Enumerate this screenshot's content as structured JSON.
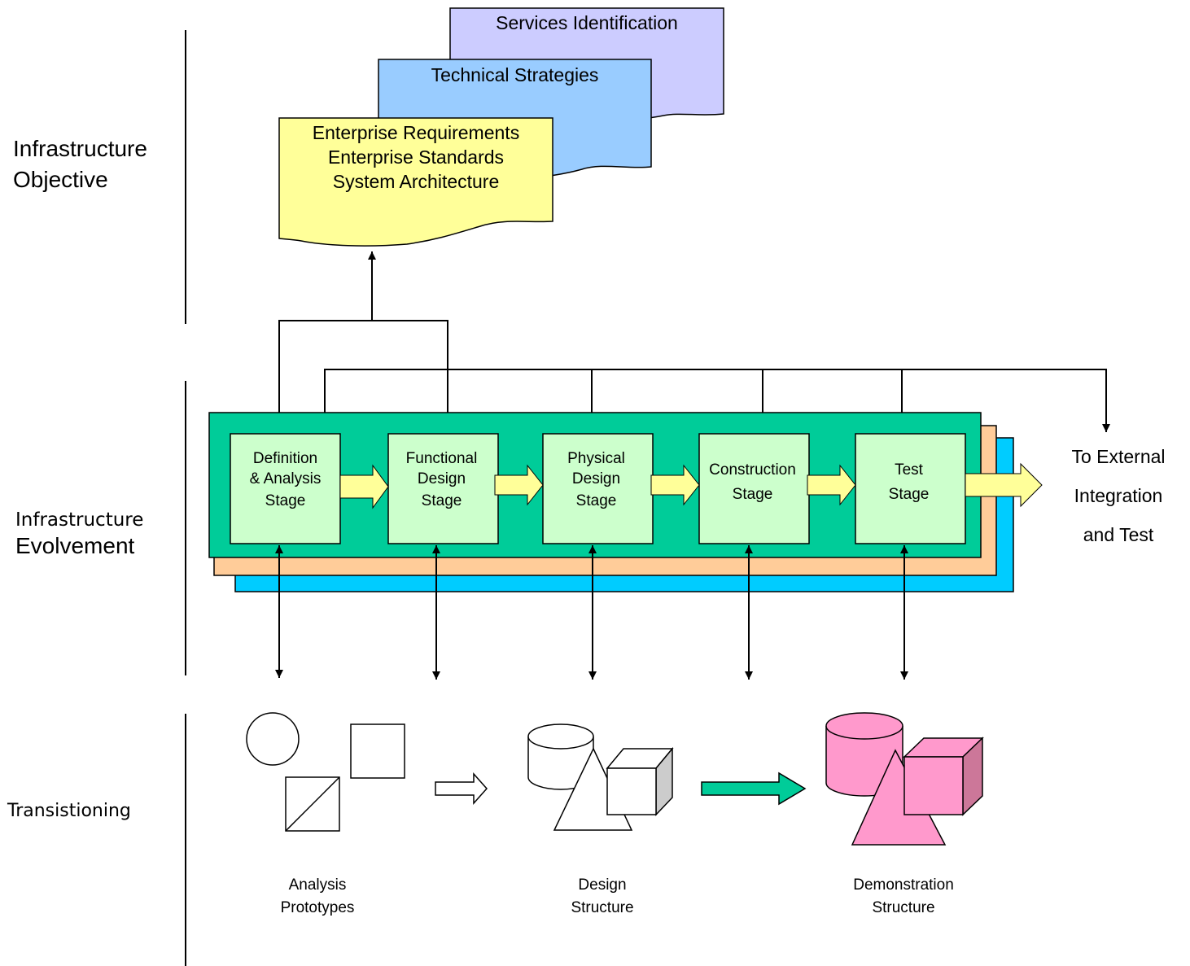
{
  "sections": {
    "objective": {
      "line1": "Infrastructure",
      "line2": "Objective"
    },
    "evolvement": {
      "line1": "Infrastructure",
      "line2": "Evolvement"
    },
    "transitioning": {
      "label": "Transistioning"
    }
  },
  "documents": {
    "services": "Services Identification",
    "technical": "Technical Strategies",
    "enterprise": [
      "Enterprise Requirements",
      "Enterprise Standards",
      "System Architecture"
    ]
  },
  "stages": [
    {
      "lines": [
        "Definition",
        "& Analysis",
        "Stage"
      ]
    },
    {
      "lines": [
        "Functional",
        "Design",
        "Stage"
      ]
    },
    {
      "lines": [
        "Physical",
        "Design",
        "Stage"
      ]
    },
    {
      "lines": [
        "Construction",
        "Stage"
      ]
    },
    {
      "lines": [
        "Test",
        "Stage"
      ]
    }
  ],
  "external": [
    "To External",
    "Integration",
    "and Test"
  ],
  "captions": {
    "analysis": [
      "Analysis",
      "Prototypes"
    ],
    "design": [
      "Design",
      "Structure"
    ],
    "demonstration": [
      "Demonstration",
      "Structure"
    ]
  },
  "colors": {
    "services_doc": "#ccccff",
    "technical_doc": "#99ccff",
    "enterprise_doc": "#ffff99",
    "stage_panel_front": "#00cc99",
    "stage_panel_middle": "#ffcc99",
    "stage_panel_back": "#00ccff",
    "stage_box": "#ccffcc",
    "flow_arrow": "#ffff99",
    "transition_arrow": "#00cc99",
    "demo_shapes": "#ff99cc"
  }
}
